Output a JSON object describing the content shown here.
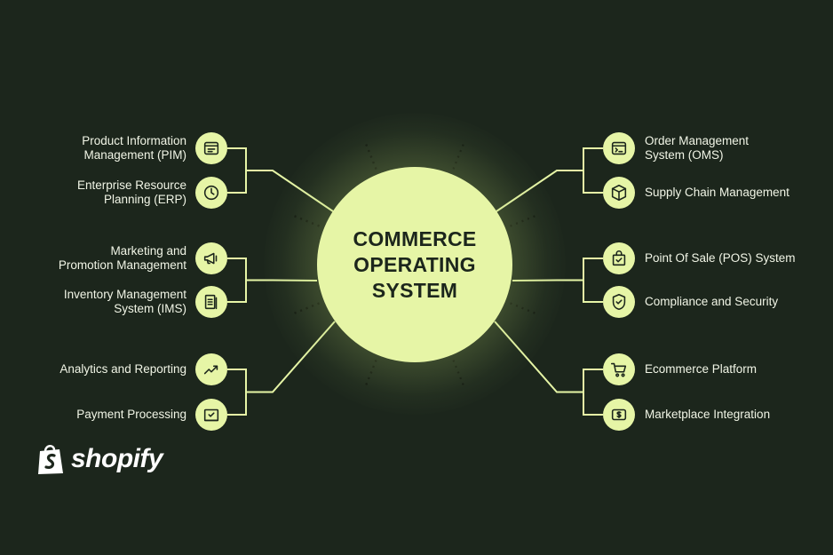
{
  "hub": {
    "lines": [
      "COMMERCE",
      "OPERATING",
      "SYSTEM"
    ]
  },
  "colors": {
    "background": "#1c261c",
    "accent": "#e6f5a6",
    "text": "#f1f5e6",
    "icon": "#1c261c"
  },
  "left_items": [
    {
      "lines": [
        "Product Information",
        "Management (PIM)"
      ],
      "icon": "browser-window-icon"
    },
    {
      "lines": [
        "Enterprise Resource",
        "Planning (ERP)"
      ],
      "icon": "clock-icon"
    },
    {
      "lines": [
        "Marketing and",
        "Promotion Management"
      ],
      "icon": "megaphone-icon"
    },
    {
      "lines": [
        "Inventory Management",
        "System (IMS)"
      ],
      "icon": "clipboard-list-icon"
    },
    {
      "lines": [
        "Analytics and Reporting"
      ],
      "icon": "trend-up-icon"
    },
    {
      "lines": [
        "Payment Processing"
      ],
      "icon": "card-check-icon"
    }
  ],
  "right_items": [
    {
      "lines": [
        "Order Management",
        "System (OMS)"
      ],
      "icon": "terminal-window-icon"
    },
    {
      "lines": [
        "Supply Chain Management"
      ],
      "icon": "package-box-icon"
    },
    {
      "lines": [
        "Point Of Sale (POS) System"
      ],
      "icon": "shopping-bag-check-icon"
    },
    {
      "lines": [
        "Compliance and Security"
      ],
      "icon": "shield-check-icon"
    },
    {
      "lines": [
        "Ecommerce Platform"
      ],
      "icon": "shopping-cart-icon"
    },
    {
      "lines": [
        "Marketplace Integration"
      ],
      "icon": "dollar-card-icon"
    }
  ],
  "brand": {
    "name": "shopify",
    "icon": "shopify-bag-icon"
  }
}
